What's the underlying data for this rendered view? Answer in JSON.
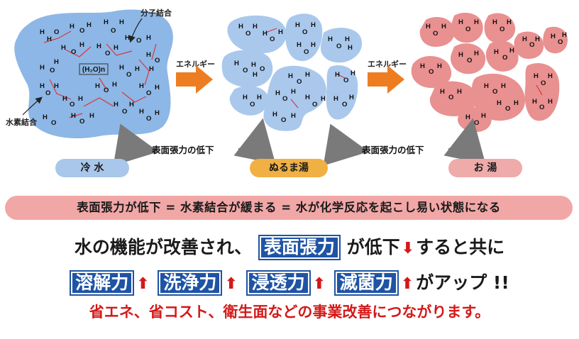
{
  "stages": {
    "cold": "冷 水",
    "lukewarm": "ぬるま湯",
    "hot": "お 湯"
  },
  "annotations": {
    "molecular_bond": "分子結合",
    "hydrogen_bond": "水素結合",
    "cluster_formula": "(H₂O)n",
    "energy_1": "エネルギー",
    "energy_2": "エネルギー",
    "tension_drop_1": "表面張力の低下",
    "tension_drop_2": "表面張力の低下"
  },
  "atoms": {
    "hydrogen": "H",
    "oxygen": "O"
  },
  "banner": "表面張力が低下 = 水素結合が緩まる = 水が化学反応を起こし易い状態になる",
  "line1": {
    "pre": "水の機能が改善され、",
    "highlight": "表面張力",
    "mid": "が低下",
    "down_arrow": "⬇",
    "post": "すると共に"
  },
  "line2": {
    "items": [
      "溶解力",
      "洗浄力",
      "浸透力",
      "滅菌力"
    ],
    "up_arrow": "⬆",
    "post": "がアップ !!"
  },
  "line3": "省エネ、省コスト、衛生面などの事業改善につながります。",
  "colors": {
    "cold_fill": "#8db7e6",
    "warm_fill": "#a9c8ec",
    "hot_fill": "#e99090",
    "arrow_orange": "#ee7d22",
    "arrow_gray": "#7a7a7a",
    "bond_red": "#d9363e",
    "highlight_blue": "#1f54a5",
    "accent_red": "#d41818"
  }
}
